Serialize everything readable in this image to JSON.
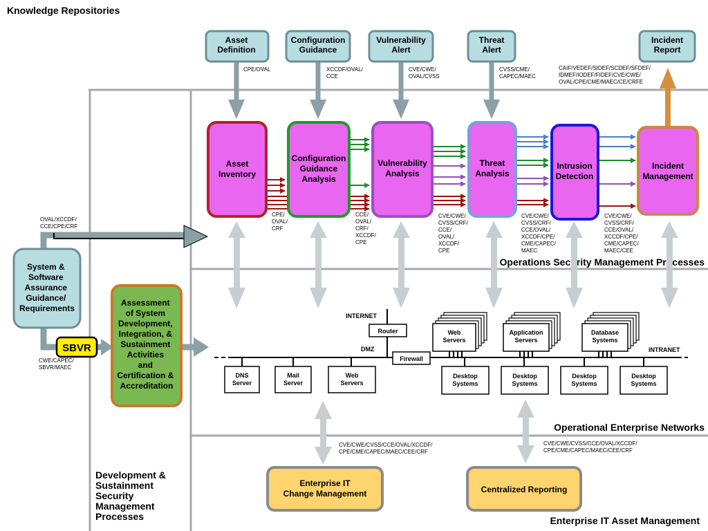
{
  "title": "Knowledge Repositories",
  "repositories": [
    {
      "id": "asset-definition",
      "lines": [
        "Asset",
        "Definition"
      ],
      "std": [
        "CPE/OVAL"
      ]
    },
    {
      "id": "configuration-guidance",
      "lines": [
        "Configuration",
        "Guidance"
      ],
      "std": [
        "XCCDF/OVAL/",
        "CCE"
      ]
    },
    {
      "id": "vulnerability-alert",
      "lines": [
        "Vulnerability",
        "Alert"
      ],
      "std": [
        "CVE/CWE/",
        "OVAL/CVSS"
      ]
    },
    {
      "id": "threat-alert",
      "lines": [
        "Threat",
        "Alert"
      ],
      "std": [
        "CVSS/CME/",
        "CAPEC/MAEC"
      ]
    },
    {
      "id": "incident-report",
      "lines": [
        "Incident",
        "Report"
      ],
      "std": [
        "CAIF/VEDEF/SIDEF/SCDEF/SFDEF/",
        "IDMEF/IODEF/FIDEF/CVE/CWE/",
        "OVAL/CPE/CME/MAEC/CE/CRFE"
      ]
    }
  ],
  "processes": [
    {
      "id": "asset-inventory",
      "lines": [
        "Asset",
        "Inventory"
      ],
      "std": [
        "CPE/",
        "OVAL/",
        "CRF"
      ]
    },
    {
      "id": "configuration-guidance-analysis",
      "lines": [
        "Configuration",
        "Guidance",
        "Analysis"
      ],
      "std": [
        "CCE/",
        "OVAL/",
        "CRF/",
        "XCCDF/",
        "CPE"
      ]
    },
    {
      "id": "vulnerability-analysis",
      "lines": [
        "Vulnerability",
        "Analysis"
      ],
      "std": [
        "CVE/CWE/",
        "CVSS/CRF/",
        "CCE/",
        "OVAL/",
        "XCCDF/",
        "CPE"
      ]
    },
    {
      "id": "threat-analysis",
      "lines": [
        "Threat",
        "Analysis"
      ],
      "std": [
        "CVE/CWE/",
        "CVSS/CRF/",
        "CCE/OVAL/",
        "XCCDF/CPE/",
        "CME/CAPEC/",
        "MAEC"
      ]
    },
    {
      "id": "intrusion-detection",
      "lines": [
        "Intrusion",
        "Detection"
      ],
      "std": [
        "CVE/CWE/",
        "CVSS/CRF/",
        "CCE/OVAL/",
        "XCCDF/CPE/",
        "CME/CAPEC/",
        "MAEC/CEE"
      ]
    },
    {
      "id": "incident-management",
      "lines": [
        "Incident",
        "Management"
      ]
    }
  ],
  "sections": {
    "operations": "Operations Security Management Processes",
    "networks": "Operational Enterprise Networks",
    "asset_mgmt": "Enterprise IT Asset Management",
    "dev_lines": [
      "Development &",
      "Sustainment",
      "Security",
      "Management",
      "Processes"
    ]
  },
  "left": {
    "assurance_lines": [
      "System &",
      "Software",
      "Assurance",
      "Guidance/",
      "Requirements"
    ],
    "assurance_std": [
      "OVAL/XCCDF/",
      "CCE/CPE/CRF"
    ],
    "sbvr": "SBVR",
    "sbvr_std": [
      "CWE/CAPEC/",
      "SBVR/MAEC"
    ],
    "assessment_lines": [
      "Assessment",
      "of System",
      "Development,",
      "Integration, &",
      "Sustainment",
      "Activities",
      "and",
      "Certification &",
      "Accreditation"
    ]
  },
  "network": {
    "internet": "INTERNET",
    "router": "Router",
    "dmz": "DMZ",
    "firewall": "Firewall",
    "intranet": "INTRANET",
    "dmz_servers": [
      [
        "DNS",
        "Server"
      ],
      [
        "Mail",
        "Server"
      ],
      [
        "Web",
        "Servers"
      ]
    ],
    "server_stacks": [
      [
        "Web",
        "Servers"
      ],
      [
        "Application",
        "Servers"
      ],
      [
        "Database",
        "Systems"
      ]
    ],
    "desktops": [
      [
        "Desktop",
        "Systems"
      ],
      [
        "Desktop",
        "Systems"
      ],
      [
        "Desktop",
        "Systems"
      ],
      [
        "Desktop",
        "Systems"
      ]
    ]
  },
  "bottom": {
    "change_mgmt_lines": [
      "Enterprise IT",
      "Change Management"
    ],
    "change_std": [
      "CVE/CWE/CVSS/CCE/OVAL/XCCDF/",
      "CPE/CME/CAPEC/MAEC/CEE/CRF"
    ],
    "reporting": "Centralized Reporting",
    "reporting_std": [
      "CVE/CWE/CVSS/CCE/OVAL/XCCDF/",
      "CPE/CME/CAPEC/MAEC/CEE/CRF"
    ]
  },
  "colors": {
    "repo_fill": "#b8dde0",
    "repo_stroke": "#6c8f96",
    "process_fill": "#e866f0",
    "asset_border": "#b3202a",
    "config_border": "#1e9a2a",
    "vuln_border": "#9b4fc0",
    "threat_border": "#6fa6d8",
    "ids_border": "#1818d8",
    "incident_border": "#c98a3a",
    "assess_fill": "#7ab852",
    "assess_border": "#c97a2a",
    "sbvr_fill": "#ffee00",
    "bottom_fill": "#fdd46e",
    "bottom_border": "#8a8a8a",
    "arrow_gray": "#8aa0a6",
    "arrow_light": "#c8ced0",
    "arrow_orange": "#d4903e"
  }
}
